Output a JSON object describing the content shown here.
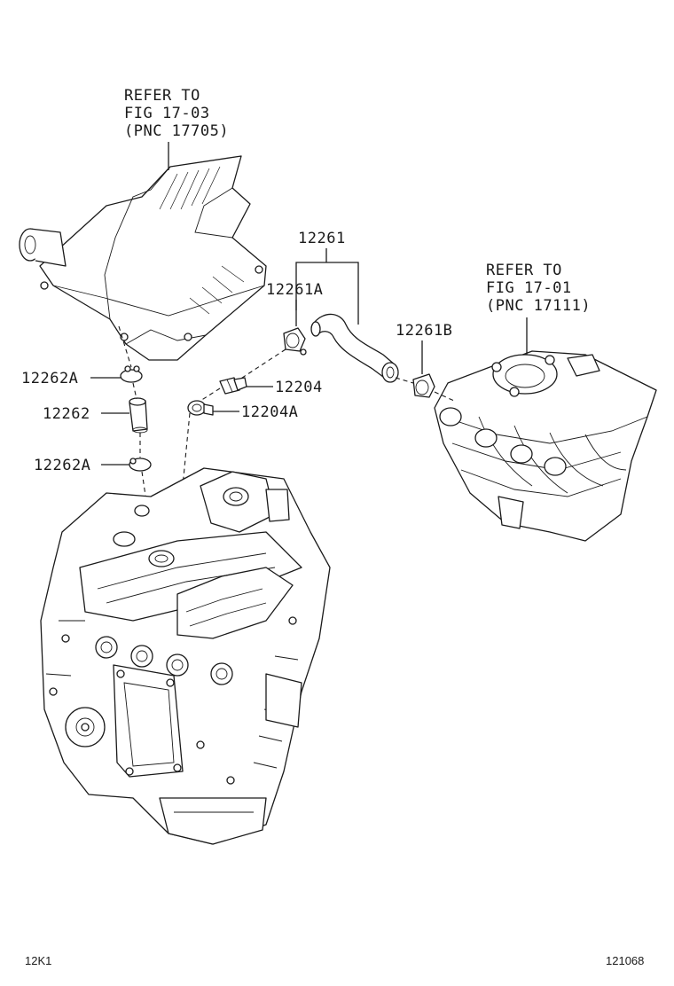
{
  "refs": {
    "air_cleaner": [
      "REFER TO",
      "FIG 17-03",
      "(PNC 17705)"
    ],
    "intake_manifold": [
      "REFER TO",
      "FIG 17-01",
      "(PNC 17111)"
    ]
  },
  "callouts": {
    "p12261": "12261",
    "p12261a": "12261A",
    "p12261b": "12261B",
    "p12204": "12204",
    "p12204a": "12204A",
    "p12262a_top": "12262A",
    "p12262": "12262",
    "p12262a_bottom": "12262A"
  },
  "footer": {
    "left_code": "12K1",
    "right_code": "121068"
  }
}
